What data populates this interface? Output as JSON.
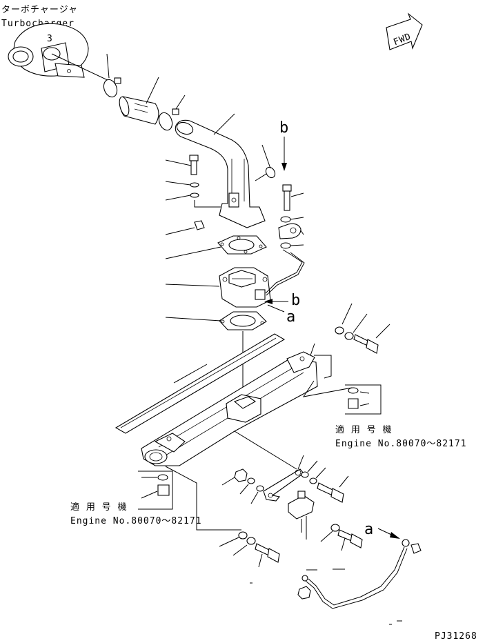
{
  "labels": {
    "turbo_jp": "ターボチャージャ",
    "turbo_en": "Turbocharger",
    "fwd": "FWD",
    "ref_b_top": "b",
    "ref_b_mid": "b",
    "ref_a_mid": "a",
    "ref_a_low": "a",
    "applicable_right": "適 用 号 機",
    "engine_no_right": "Engine No.80070～82171",
    "applicable_left": "適 用 号 機",
    "engine_no_left": "Engine No.80070～82171",
    "drawing_code": "PJ31268"
  }
}
